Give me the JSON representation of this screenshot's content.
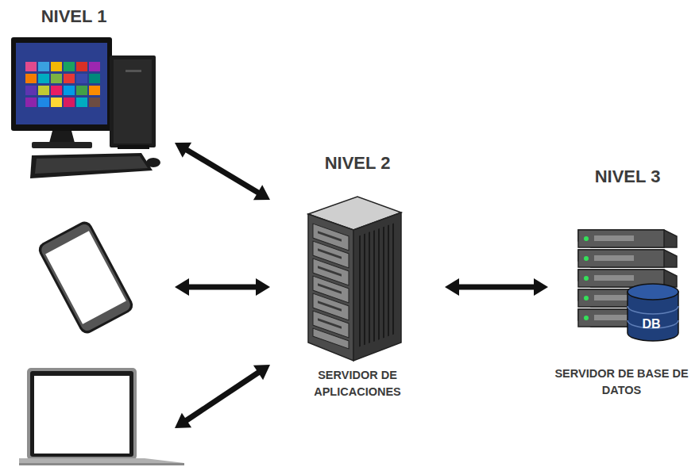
{
  "diagram": {
    "nodes": [
      {
        "text": [
          "NIVEL 1"
        ]
      },
      {
        "text": [
          "NIVEL 2",
          "SERVIDOR DE APLICACIONES"
        ]
      },
      {
        "text": [
          "NIVEL 3",
          "SERVIDOR DE BASE DE DATOS",
          "DB"
        ]
      }
    ],
    "edges": [
      {
        "from": 0,
        "to": 1,
        "arrow": "both"
      },
      {
        "from": 0,
        "to": 1,
        "arrow": "both"
      },
      {
        "from": 0,
        "to": 1,
        "arrow": "both"
      },
      {
        "from": 1,
        "to": 2,
        "arrow": "both"
      }
    ]
  }
}
